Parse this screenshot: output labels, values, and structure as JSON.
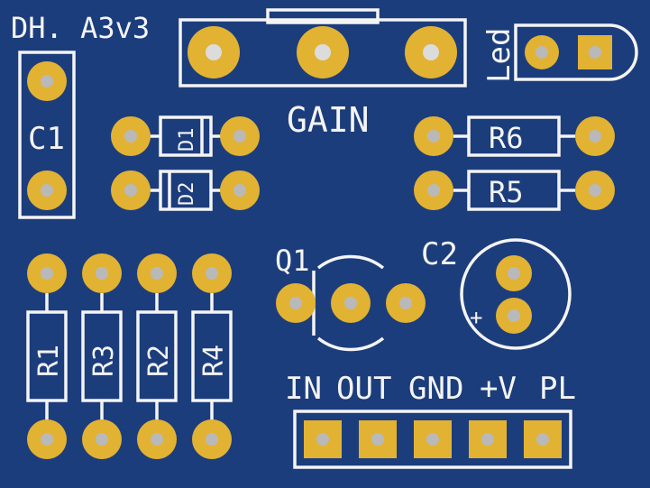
{
  "board": {
    "title": "DH. A3v3",
    "background_color": "#1c3d7c",
    "silkscreen_color": "#f4f4f4",
    "pad_color": "#e2b233",
    "drill_color": "#b9b9b9"
  },
  "labels": {
    "gain": "GAIN",
    "led": "Led",
    "c1": "C1",
    "c2": "C2",
    "c2_polarity": "+",
    "q1": "Q1",
    "d1": "D1",
    "d2": "D2",
    "r1": "R1",
    "r2": "R2",
    "r3": "R3",
    "r4": "R4",
    "r5": "R5",
    "r6": "R6"
  },
  "connector": {
    "pins": [
      "IN",
      "OUT",
      "GND",
      "+V",
      "PL"
    ]
  }
}
